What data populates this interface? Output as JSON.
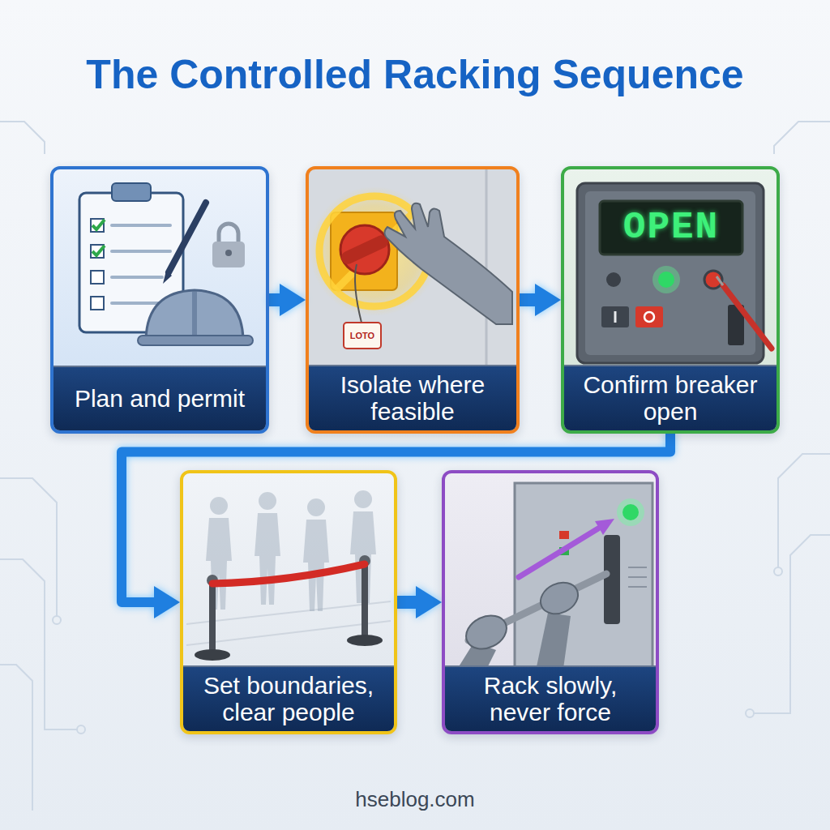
{
  "diagram": {
    "title": "The Controlled Racking Sequence",
    "nodes": [
      {
        "text": [
          "Plan and permit"
        ]
      },
      {
        "text": [
          "Isolate where feasible"
        ]
      },
      {
        "text": [
          "Confirm breaker open"
        ]
      },
      {
        "text": [
          "Set boundaries, clear people"
        ]
      },
      {
        "text": [
          "Rack slowly, never force"
        ]
      }
    ],
    "edges": [
      {
        "from": 0,
        "to": 1,
        "arrow": "to"
      },
      {
        "from": 1,
        "to": 2,
        "arrow": "to"
      },
      {
        "from": 2,
        "to": 3,
        "arrow": "to"
      },
      {
        "from": 3,
        "to": 4,
        "arrow": "to"
      }
    ],
    "labels": [
      "LOTO",
      "OPEN",
      "hseblog.com"
    ]
  }
}
